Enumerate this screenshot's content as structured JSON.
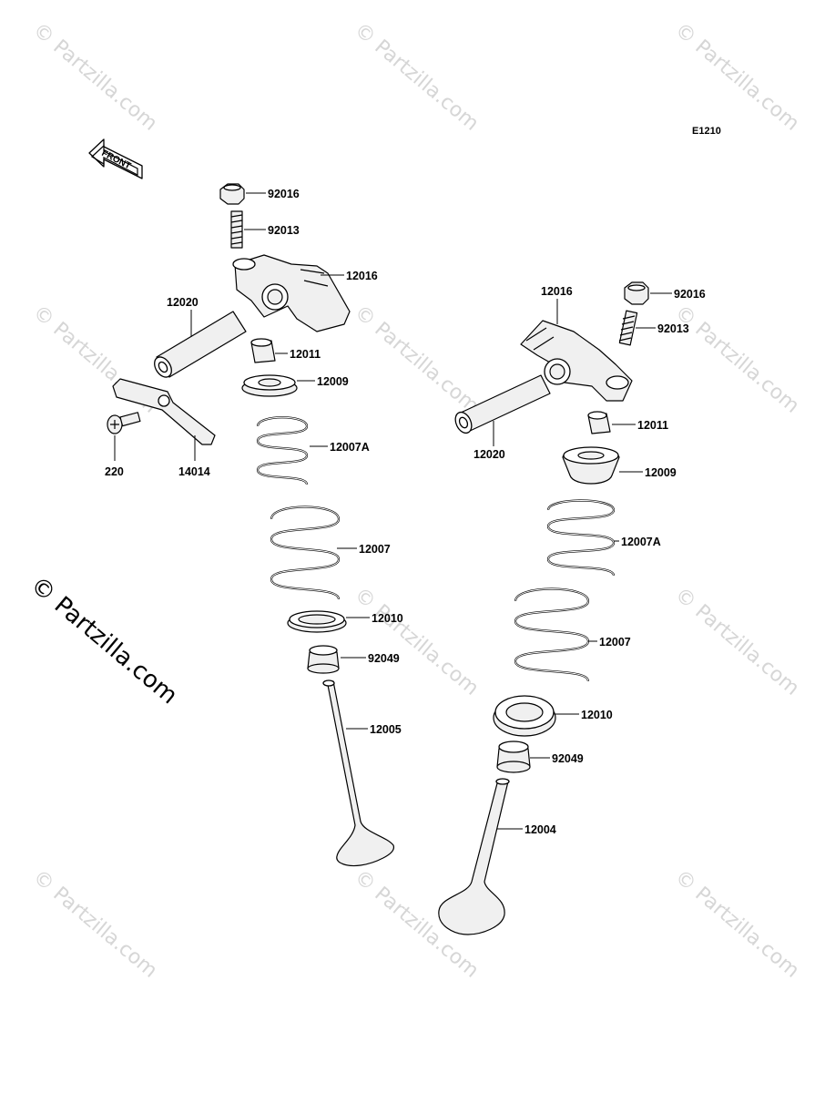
{
  "diagram_code": "E1210",
  "front_label": "FRONT",
  "watermarks": {
    "small_text": "© Partzilla.com",
    "large_text": "© Partzilla.com"
  },
  "labels": {
    "l92016": "92016",
    "l92013": "92013",
    "l12016": "12016",
    "l12020": "12020",
    "l12011": "12011",
    "l12009": "12009",
    "l12007A": "12007A",
    "l220": "220",
    "l14014": "14014",
    "l12007": "12007",
    "l12010": "12010",
    "l92049": "92049",
    "l12005": "12005",
    "r12016": "12016",
    "r92016": "92016",
    "r92013": "92013",
    "r12011": "12011",
    "r12020": "12020",
    "r12009": "12009",
    "r12007A": "12007A",
    "r12007": "12007",
    "r12010": "12010",
    "r92049": "92049",
    "r12004": "12004"
  }
}
